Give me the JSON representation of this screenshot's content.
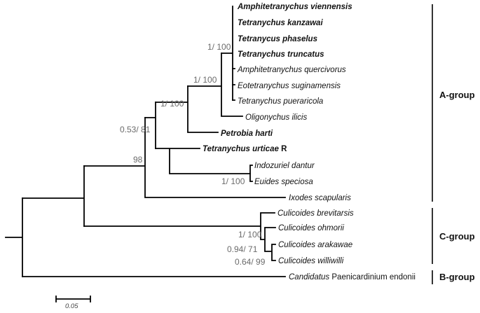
{
  "taxa": {
    "t1": "Amphitetranychus viennensis",
    "t2": "Tetranychus kanzawai",
    "t3": "Tetranycus phaselus",
    "t4": "Tetranychus truncatus",
    "t5": "Amphitetranychus quercivorus",
    "t6": "Eotetranychus suginamensis",
    "t7": "Tetranychus pueraricola",
    "t8": "Oligonychus ilicis",
    "t9": "Petrobia harti",
    "t10_name": "Tetranychus urticae",
    "t10_suffix": "R",
    "t11": "Indozuriel dantur",
    "t12": "Euides speciosa",
    "t13": "Ixodes scapularis",
    "t14": "Culicoides brevitarsis",
    "t15": "Culicoides ohmorii",
    "t16": "Culicoides arakawae",
    "t17": "Culicoides williwilli",
    "t18_genus": "Candidatus",
    "t18_species": "Paenicardinium endonii"
  },
  "supports": {
    "s1": "1/ 100",
    "s2": "1/ 100",
    "s3": "1/ 100",
    "s4": "0.53/ 81",
    "s5": "98",
    "s6": "1/ 100",
    "s7": "1/ 100",
    "s8": "0.94/ 71",
    "s9": "0.64/ 99"
  },
  "groups": {
    "a": "A-group",
    "c": "C-group",
    "b": "B-group"
  },
  "scale_bar": {
    "label": "0.05"
  }
}
